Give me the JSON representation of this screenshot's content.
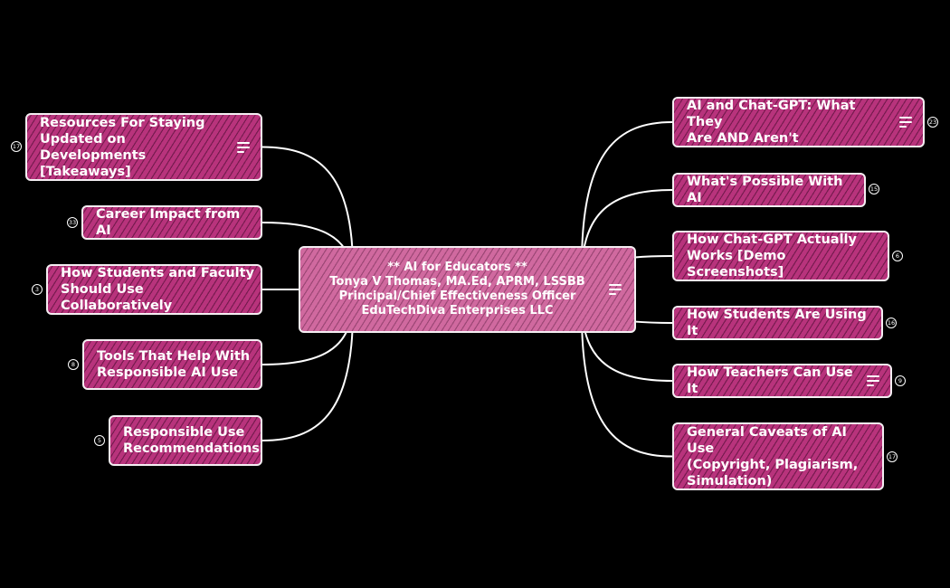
{
  "colors": {
    "background": "#000000",
    "topic_fill": "#b8337c",
    "central_fill": "#d0699f",
    "line": "#ffffff"
  },
  "central": {
    "label": "** AI for Educators **\nTonya V Thomas, MA.Ed, APRM, LSSBB\nPrincipal/Chief Effectiveness Officer\nEduTechDiva Enterprises LLC",
    "has_note": true
  },
  "left_topics": [
    {
      "label": "Resources For Staying\nUpdated on Developments\n[Takeaways]",
      "count": "17",
      "has_note": true
    },
    {
      "label": "Career Impact from AI",
      "count": "33",
      "has_note": false
    },
    {
      "label": "How Students and Faculty\nShould Use Collaboratively",
      "count": "3",
      "has_note": false
    },
    {
      "label": "Tools That Help With\nResponsible AI Use",
      "count": "8",
      "has_note": false
    },
    {
      "label": "Responsible Use\nRecommendations",
      "count": "5",
      "has_note": false
    }
  ],
  "right_topics": [
    {
      "label": "AI and Chat-GPT: What They\nAre AND Aren't",
      "count": "23",
      "has_note": true
    },
    {
      "label": "What's Possible With AI",
      "count": "15",
      "has_note": false
    },
    {
      "label": "How Chat-GPT Actually\nWorks [Demo Screenshots]",
      "count": "6",
      "has_note": false
    },
    {
      "label": "How Students Are Using It",
      "count": "16",
      "has_note": false
    },
    {
      "label": "How Teachers Can Use It",
      "count": "9",
      "has_note": true
    },
    {
      "label": "General Caveats of AI Use\n(Copyright, Plagiarism,\nSimulation)",
      "count": "17",
      "has_note": false
    }
  ]
}
